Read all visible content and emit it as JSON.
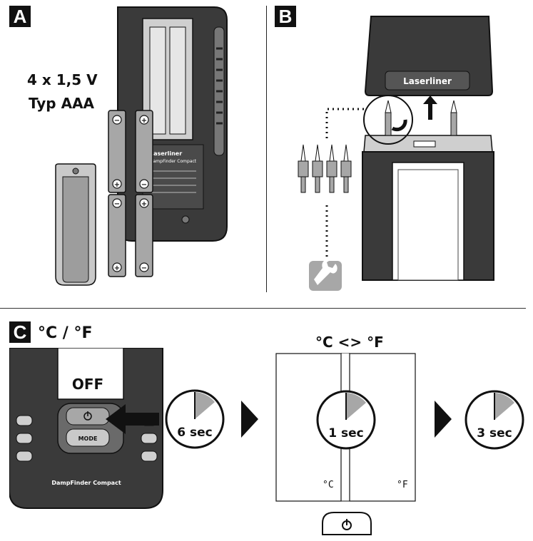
{
  "panels": {
    "a": {
      "letter": "A",
      "voltage": "4 x 1,5 V",
      "type": "Typ AAA",
      "device_label": "Laserliner",
      "device_sub": "DampFinder Compact"
    },
    "b": {
      "letter": "B",
      "brand": "Laserliner"
    },
    "c": {
      "letter": "C",
      "unit_title": "°C / °F",
      "screen_off": "OFF",
      "mode_label": "MODE",
      "device_name": "DampFinder Compact",
      "toggle_title": "°C <> °F",
      "timer_1": "6 sec",
      "timer_2": "1 sec",
      "timer_3": "3 sec",
      "unit_c": "°C",
      "unit_f": "°F"
    }
  },
  "colors": {
    "device_dark": "#3a3a3a",
    "device_mid": "#5a5a5a",
    "grey_fill": "#a7a7a7",
    "accent_black": "#111111"
  }
}
